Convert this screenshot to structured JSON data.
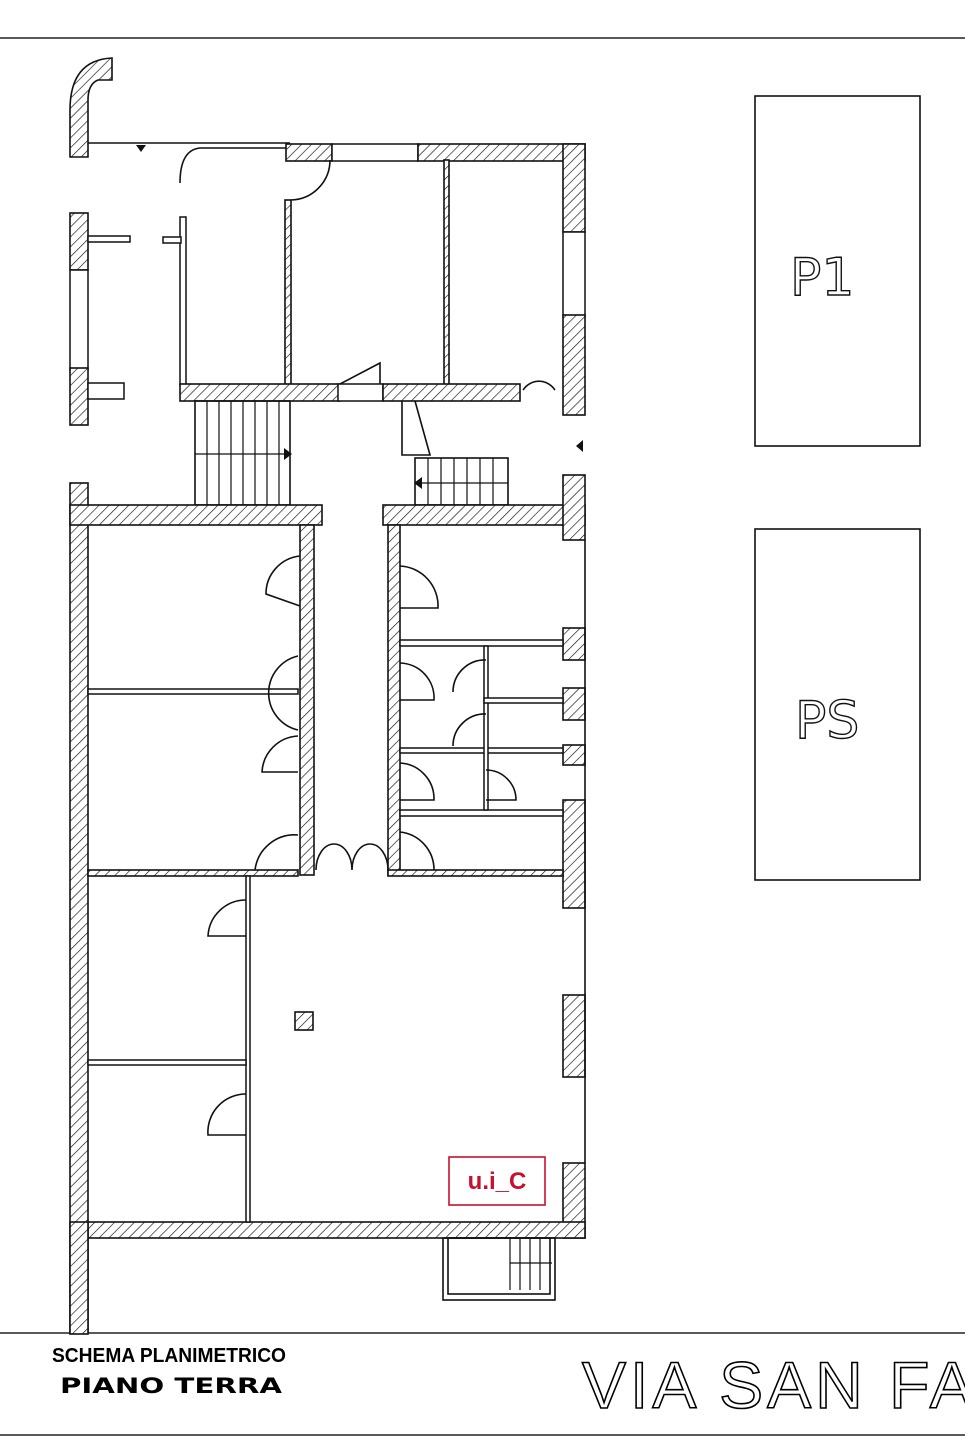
{
  "title": {
    "line1": "SCHEMA PLANIMETRICO",
    "line2": "PIANO TERRA"
  },
  "street_label": "VIA SAN FA",
  "parking": [
    {
      "label": "P1"
    },
    {
      "label": "PS"
    }
  ],
  "unit_label": {
    "text": "u.i_C",
    "color": "#c8102e"
  }
}
